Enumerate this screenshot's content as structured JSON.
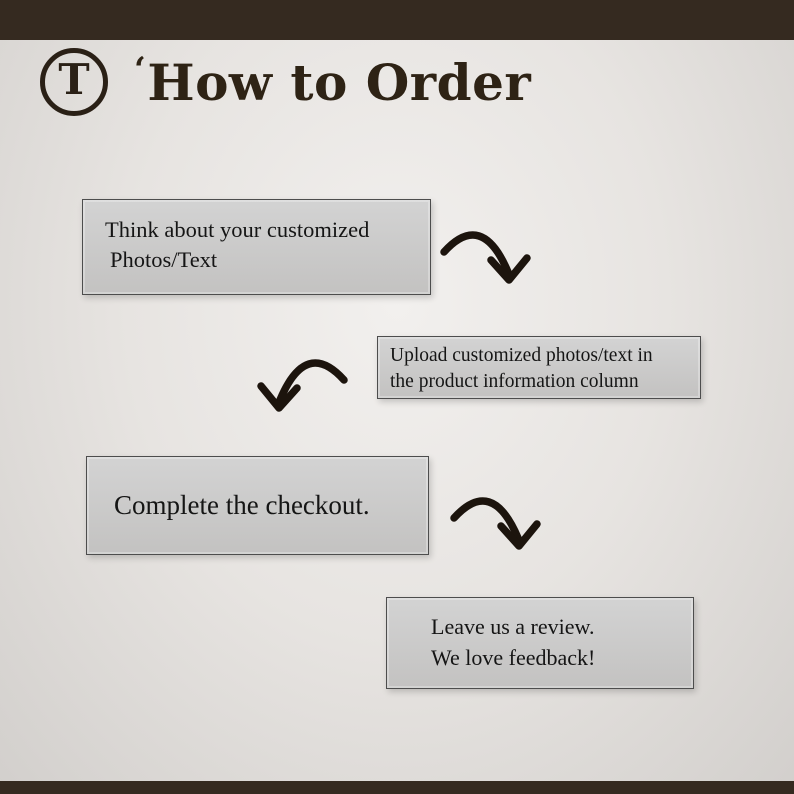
{
  "header": {
    "logo_letter": "T",
    "flourish": "ʻ",
    "title": "How to Order"
  },
  "steps": [
    {
      "id": 1,
      "lines": [
        "Think about your customized",
        "Photos/Text"
      ]
    },
    {
      "id": 2,
      "lines": [
        "Upload customized photos/text in",
        "the product information column"
      ]
    },
    {
      "id": 3,
      "lines": [
        "Complete the checkout."
      ]
    },
    {
      "id": 4,
      "lines": [
        "Leave us a review.",
        "We love feedback!"
      ]
    }
  ],
  "arrows": [
    {
      "name": "curved-arrow-down-right"
    },
    {
      "name": "curved-arrow-down-left"
    },
    {
      "name": "curved-arrow-down-right"
    }
  ],
  "colors": {
    "frame_bar": "#352a20",
    "background_center": "#f2f0ee",
    "background_edge": "#d2cfcc",
    "box_fill": "#c9c9c9",
    "box_border": "#4d4d4d",
    "title": "#2e2315",
    "arrow": "#1c140d",
    "text": "#151515"
  }
}
